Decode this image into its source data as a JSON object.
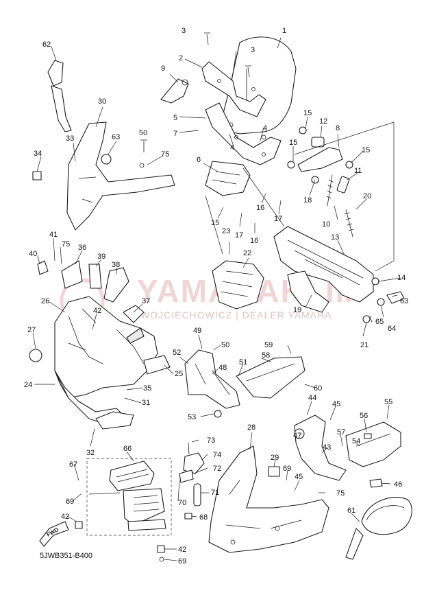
{
  "diagram_code": "5JWB351-B400",
  "watermark": {
    "title": "YAMAHAKLIM",
    "subtitle": "WOJCIECHOWICZ | DEALER YAMAHA"
  },
  "fwd_label": "FWD",
  "callouts": {
    "c1": "1",
    "c2": "2",
    "c3a": "3",
    "c3b": "3",
    "c4a": "4",
    "c4b": "4",
    "c5": "5",
    "c6": "6",
    "c7": "7",
    "c8": "8",
    "c9": "9",
    "c10": "10",
    "c11": "11",
    "c12": "12",
    "c13": "13",
    "c14": "14",
    "c15a": "15",
    "c15b": "15",
    "c15c": "15",
    "c15d": "15",
    "c16a": "16",
    "c16b": "16",
    "c17a": "17",
    "c17b": "17",
    "c18": "18",
    "c19": "19",
    "c20": "20",
    "c21": "21",
    "c22": "22",
    "c23": "23",
    "c24": "24",
    "c25": "25",
    "c26": "26",
    "c27": "27",
    "c28": "28",
    "c29": "29",
    "c30": "30",
    "c31": "31",
    "c32": "32",
    "c33": "33",
    "c34": "34",
    "c35": "35",
    "c36": "36",
    "c37": "37",
    "c38": "38",
    "c39": "39",
    "c40": "40",
    "c41": "41",
    "c42a": "42",
    "c42b": "42",
    "c42c": "42",
    "c43": "43",
    "c44": "44",
    "c45a": "45",
    "c45b": "45",
    "c46": "46",
    "c47": "47",
    "c48": "48",
    "c49": "49",
    "c50a": "50",
    "c50b": "50",
    "c51": "51",
    "c52": "52",
    "c53": "53",
    "c54": "54",
    "c55": "55",
    "c56": "56",
    "c57": "57",
    "c58": "58",
    "c59": "59",
    "c60": "60",
    "c61": "61",
    "c62": "62",
    "c63a": "63",
    "c63b": "63",
    "c64": "64",
    "c65": "65",
    "c66": "66",
    "c67": "67",
    "c68": "68",
    "c69a": "69",
    "c69b": "69",
    "c69c": "69",
    "c70": "70",
    "c71": "71",
    "c72": "72",
    "c73": "73",
    "c74": "74",
    "c75a": "75",
    "c75b": "75",
    "c75c": "75"
  }
}
